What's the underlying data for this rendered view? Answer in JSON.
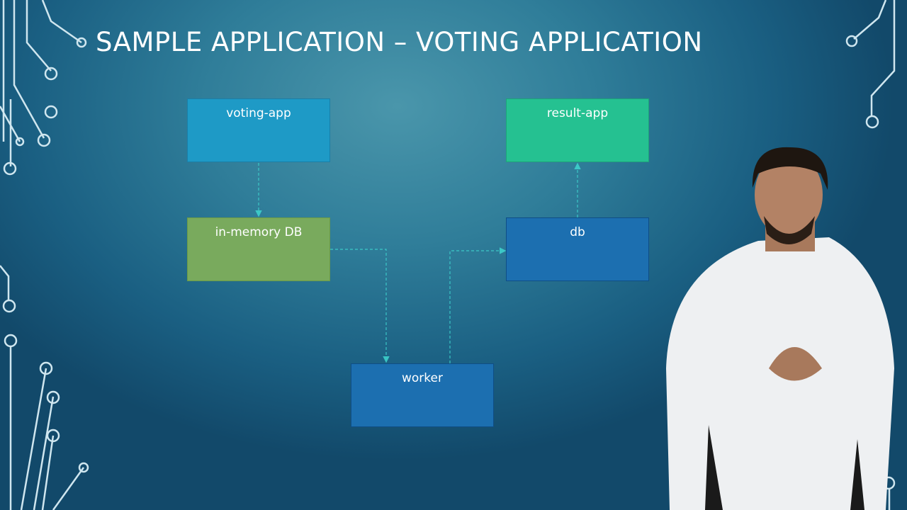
{
  "slide": {
    "title": "SAMPLE APPLICATION – VOTING APPLICATION"
  },
  "diagram": {
    "nodes": [
      {
        "id": "voting",
        "label": "voting-app",
        "color": "#1e9ac6"
      },
      {
        "id": "result",
        "label": "result-app",
        "color": "#25c191"
      },
      {
        "id": "mem",
        "label": "in-memory DB",
        "color": "#79aa5d"
      },
      {
        "id": "db",
        "label": "db",
        "color": "#1c6fb0"
      },
      {
        "id": "worker",
        "label": "worker",
        "color": "#1c6fb0"
      }
    ],
    "edges": [
      {
        "from": "voting-app",
        "to": "in-memory DB"
      },
      {
        "from": "in-memory DB",
        "to": "worker"
      },
      {
        "from": "worker",
        "to": "db"
      },
      {
        "from": "db",
        "to": "result-app"
      }
    ],
    "edge_color": "#3fd6d0"
  }
}
